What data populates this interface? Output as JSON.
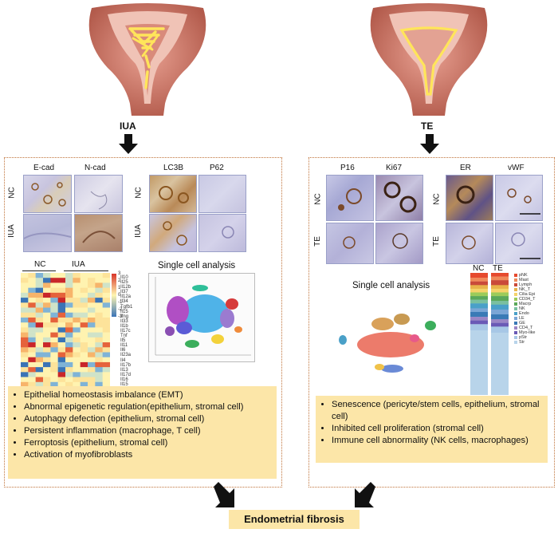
{
  "left": {
    "title": "IUA",
    "stain_labels": [
      "E-cad",
      "N-cad",
      "LC3B",
      "P62"
    ],
    "row_labels": [
      "NC",
      "IUA"
    ],
    "heatmap": {
      "group_labels": [
        "NC",
        "IUA"
      ],
      "scale_ticks": [
        "3",
        "2",
        "1",
        "0",
        "-1",
        "-2",
        "-3"
      ],
      "genes": [
        "Il10",
        "Il25",
        "Il12b",
        "Il37",
        "Il12a",
        "Il34",
        "Tgfb1",
        "Il15",
        "Ifng",
        "Il33",
        "Il1b",
        "Il17c",
        "Tnf",
        "Il5",
        "Il11",
        "Il6",
        "Il23a",
        "Il4",
        "Il17b",
        "Il13",
        "Il17d",
        "Il16",
        "Il15"
      ]
    },
    "sc_title": "Single cell analysis",
    "bullets": [
      "Epithelial homeostasis imbalance (EMT)",
      "Abnormal epigenetic regulation(epithelium, stromal cell)",
      "Autophagy defection (epithelium, stromal cell)",
      "Persistent inflammation (macrophage, T cell)",
      "Ferroptosis (epithelium, stromal cell)",
      "Activation of myofibroblasts"
    ]
  },
  "right": {
    "title": "TE",
    "stain_labels": [
      "P16",
      "Ki67",
      "ER",
      "vWF"
    ],
    "row_labels": [
      "NC",
      "TE"
    ],
    "sc_title": "Single cell analysis",
    "bar_labels": [
      "NC",
      "TE"
    ],
    "legend": [
      "pNK",
      "Mast",
      "Lymph",
      "NK_T",
      "Cilia Epi",
      "CD34_T",
      "Macrp",
      "NK",
      "Endo",
      "LE",
      "GE",
      "CD4_T",
      "Myo-like",
      "pStr",
      "Str"
    ],
    "bullets": [
      "Senescence (pericyte/stem cells, epithelium, stromal cell)",
      "Inhibited cell proliferation (stromal cell)",
      "Immune cell abnormality (NK cells, macrophages)"
    ]
  },
  "outcome": "Endometrial fibrosis",
  "colors": {
    "uterus": "#c06a5a",
    "uterus_light": "#e59b8a",
    "panel_border": "#c0733a",
    "bullet_bg": "#fce6a8",
    "outcome_bg": "#fce6a8"
  }
}
